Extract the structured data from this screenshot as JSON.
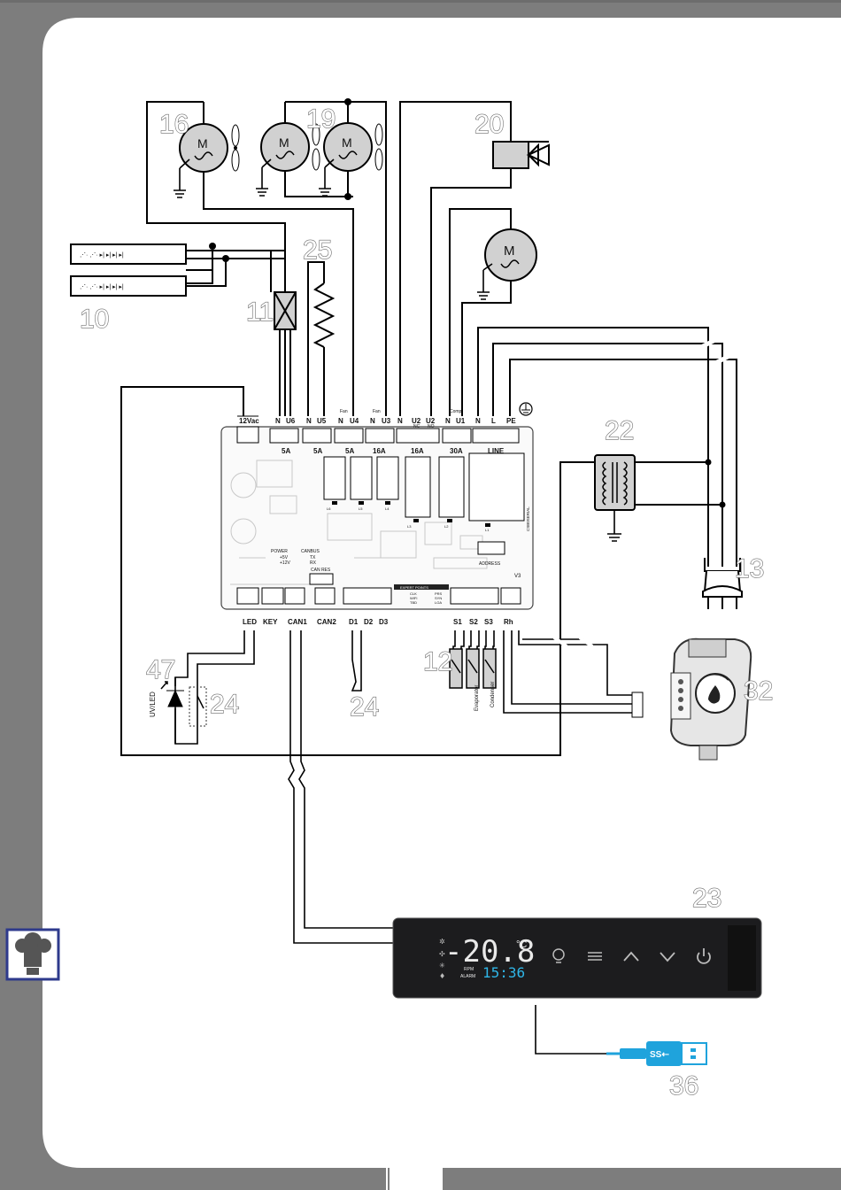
{
  "callouts": {
    "n16": "16",
    "n19": "19",
    "n20": "20",
    "n25": "25",
    "n10": "10",
    "n11": "11",
    "n22": "22",
    "n13": "13",
    "n47": "47",
    "n24a": "24",
    "n24b": "24",
    "n12": "12",
    "n32": "32",
    "n23": "23",
    "n36": "36"
  },
  "motor_symbol": "M",
  "top_terminals": [
    "12Vac",
    "N",
    "U6",
    "N",
    "U5",
    "N",
    "U4",
    "N",
    "U3",
    "N",
    "U2",
    "U2",
    "N",
    "U1",
    "N",
    "L",
    "PE"
  ],
  "top_terminal_sub": {
    "fan": "Fan",
    "nc": "NC",
    "no": "NO",
    "comp": "Comp"
  },
  "relay_ratings": [
    "5A",
    "5A",
    "5A",
    "16A",
    "16A",
    "30A",
    "LINE"
  ],
  "board": {
    "power": "POWER",
    "pwr_line1": "+5V",
    "pwr_line2": "+12V",
    "canbus": "CANBUS",
    "can_line1": "TX",
    "can_line2": "RX",
    "canres": "CAN RES",
    "address": "ADDRESS",
    "version": "V3",
    "expert": "EXPERT POINTS",
    "exp_items": [
      "CLK",
      "WIFI",
      "TBD",
      "PRS",
      "SYN",
      "LOA"
    ],
    "relays": [
      "L6",
      "L5",
      "L4",
      "L3",
      "L2",
      "L1"
    ],
    "serial": "CSB0SERIAL"
  },
  "bottom_terminals": [
    "LED",
    "KEY",
    "CAN1",
    "CAN2",
    "D1",
    "D2",
    "D3",
    "S1",
    "S2",
    "S3",
    "Rh"
  ],
  "probe_labels": [
    "Evaporator",
    "Condenser"
  ],
  "uvled": "UV/LED",
  "display": {
    "temperature": "-20.8",
    "unit": "°C",
    "time": "15:36",
    "rpm": "RPM",
    "alarm": "ALARM"
  },
  "colors": {
    "frame": "#7d7d7d",
    "page": "#ffffff",
    "display_bg": "#1c1c1e",
    "display_text": "#e9e9e9",
    "display_time": "#2fb6e8",
    "usb": "#1fa3dc",
    "chef_border": "#2e3a8c",
    "motor_fill": "#d1d1d1"
  },
  "icons": [
    "motor-icon",
    "fan-blade-icon",
    "valve-icon",
    "ground-icon",
    "resistor-icon",
    "power-plug-icon",
    "usb-icon",
    "chef-hat-icon",
    "humidity-sensor-icon",
    "light-icon",
    "menu-icon",
    "up-arrow-icon",
    "down-arrow-icon",
    "power-icon"
  ]
}
